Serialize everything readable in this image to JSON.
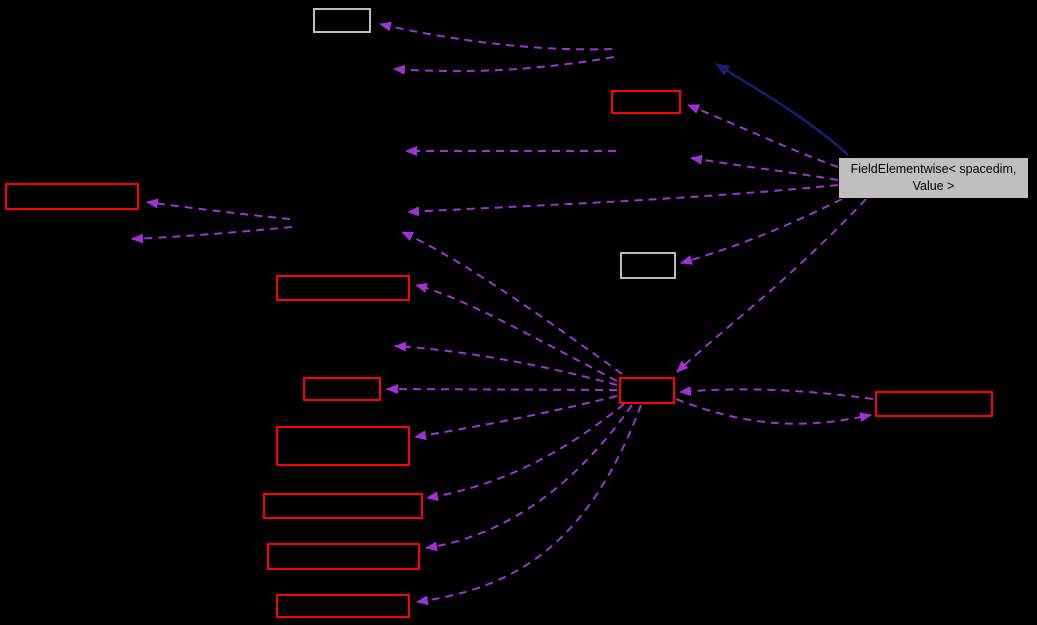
{
  "graph": {
    "title_node": {
      "line1": "FieldElementwise< spacedim,",
      "line2": "Value >"
    },
    "colors": {
      "background": "#000000",
      "node_border_red": "#ff0000",
      "node_border_gray": "#bdbdbd",
      "usage_edge": "#9e32d2",
      "inheritance_edge": "#1b1b78",
      "label_node_fill": "#bfbfbf",
      "label_node_border": "#000000",
      "label_node_text": "#000000"
    },
    "legend": {
      "usage_edge_style": "dashed-arrow",
      "inheritance_edge_style": "solid-arrow"
    }
  }
}
